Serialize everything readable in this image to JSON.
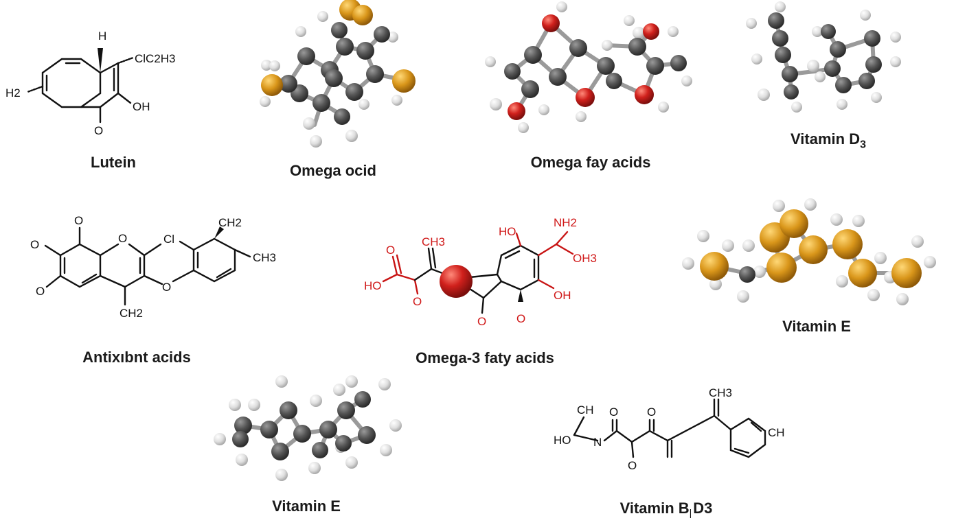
{
  "captions": {
    "lutein": "Lutein",
    "omega_ocid": "Omega ocid",
    "omega_fay": "Omega fay acids",
    "vitamin_d3": "Vitamin D",
    "vitamin_d3_sub": "3",
    "antioxidant": "Antixıbnt acids",
    "omega3": "Omega-3 faty acids",
    "vitamin_e_1": "Vitamin E",
    "vitamin_e_2": "Vitamin E",
    "vitamin_b1d3_a": "Vitamin B",
    "vitamin_b1d3_b": "D3"
  },
  "atom_labels": {
    "lutein": {
      "h_top": "H",
      "clc2h3": "ClC2H3",
      "h2": "H2",
      "oh": "OH",
      "o": "O"
    },
    "antioxidant": {
      "o_top": "O",
      "o_ring": "O",
      "o_left1": "O",
      "o_left2": "O",
      "cl": "Cl",
      "ch2_top": "CH2",
      "ch3": "CH3",
      "o_bridge": "O",
      "ch2_bot": "CH2"
    },
    "omega3": {
      "ch3": "CH3",
      "ho_top": "HO",
      "nh2": "NH2",
      "oh3": "OH3",
      "o_left": "O",
      "ho_left": "HO",
      "o_below": "O",
      "o_bot1": "O",
      "o_bot2": "O",
      "oh": "OH"
    },
    "b1d3": {
      "ch": "CH",
      "ho": "HO",
      "n": "N",
      "o1": "O",
      "o2": "O",
      "o3": "O",
      "ch3": "CH3",
      "ch_ring": "CH"
    }
  },
  "colors": {
    "carbon": "#5a5a5a",
    "hydrogen": "#e2e2e2",
    "oxygen": "#cc1c1c",
    "sulfur_gold": "#d99a1c",
    "bond_stick": "#9a9a9a",
    "label_red": "#d01919"
  }
}
